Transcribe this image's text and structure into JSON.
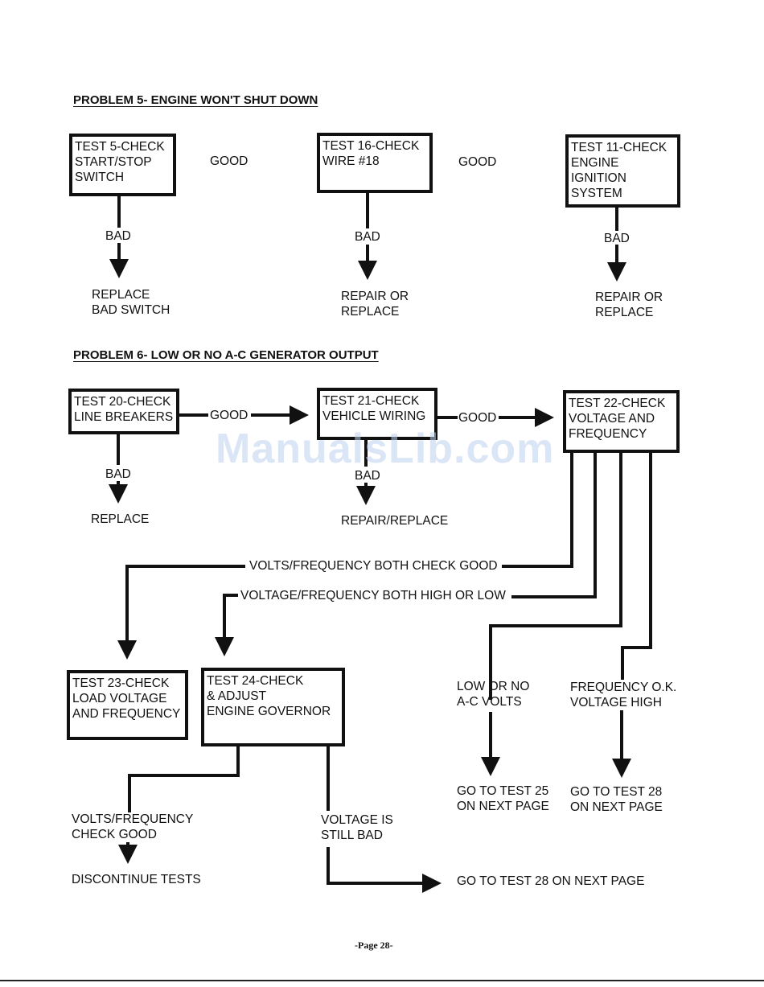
{
  "problem5": {
    "heading": "PROBLEM 5- ENGINE WON'T SHUT DOWN",
    "test5": "TEST 5-CHECK\nSTART/STOP\nSWITCH",
    "good1": "GOOD",
    "test16": "TEST 16-CHECK\nWIRE #18",
    "good2": "GOOD",
    "test11": "TEST 11-CHECK\nENGINE\nIGNITION\nSYSTEM",
    "bad": "BAD",
    "result1": "REPLACE\nBAD SWITCH",
    "result2": "REPAIR OR\nREPLACE",
    "result3": "REPAIR OR\nREPLACE"
  },
  "problem6": {
    "heading": "PROBLEM 6- LOW OR NO A-C GENERATOR OUTPUT",
    "test20": "TEST 20-CHECK\nLINE BREAKERS",
    "good": "GOOD",
    "test21": "TEST 21-CHECK\nVEHICLE WIRING",
    "test22": "TEST 22-CHECK\nVOLTAGE AND\nFREQUENCY",
    "bad": "BAD",
    "replace": "REPLACE",
    "repair_replace": "REPAIR/REPLACE",
    "both_good": "VOLTS/FREQUENCY BOTH CHECK GOOD",
    "both_high_low": "VOLTAGE/FREQUENCY BOTH HIGH OR LOW",
    "test23": "TEST 23-CHECK\nLOAD VOLTAGE\nAND FREQUENCY",
    "test24": "TEST 24-CHECK\n& ADJUST\nENGINE GOVERNOR",
    "low_no": "LOW OR NO\nA-C VOLTS",
    "freq_ok": "FREQUENCY O.K.\nVOLTAGE HIGH",
    "goto25": "GO TO TEST 25\nON NEXT PAGE",
    "goto28": "GO TO TEST 28\nON NEXT PAGE",
    "vf_good": "VOLTS/FREQUENCY\nCHECK GOOD",
    "discontinue": "DISCONTINUE TESTS",
    "still_bad": "VOLTAGE IS\nSTILL BAD",
    "goto28_long": "GO TO TEST 28 ON NEXT PAGE"
  },
  "footer": "-Page 28-",
  "watermark": "ManualsLib.com"
}
